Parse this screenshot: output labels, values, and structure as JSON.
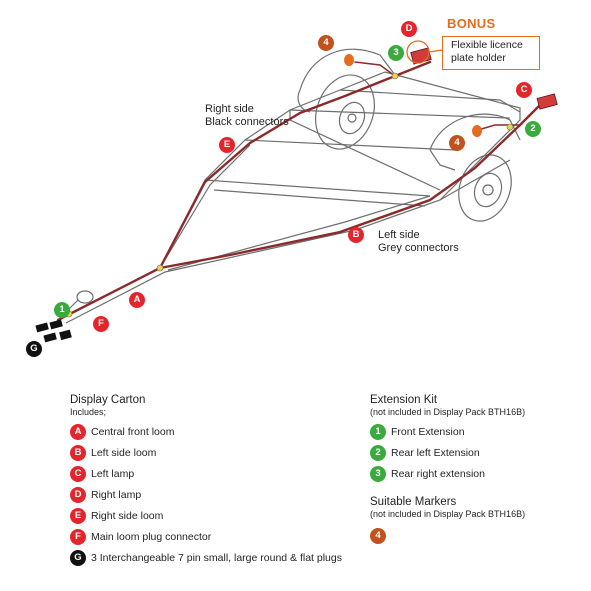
{
  "callouts": {
    "right_side_line1": "Right side",
    "right_side_line2": "Black connectors",
    "left_side_line1": "Left side",
    "left_side_line2": "Grey connectors",
    "bonus_title": "BONUS",
    "bonus_line1": "Flexible licence",
    "bonus_line2": "plate holder"
  },
  "diagram_badges": {
    "D": "D",
    "C": "C",
    "E": "E",
    "B": "B",
    "A": "A",
    "F": "F",
    "G": "G",
    "one": "1",
    "two": "2",
    "three": "3",
    "four_top": "4",
    "four_rear": "4"
  },
  "display_carton": {
    "title": "Display Carton",
    "subtitle": "Includes;",
    "items": [
      {
        "badge": "A",
        "text": "Central front loom"
      },
      {
        "badge": "B",
        "text": "Left side loom"
      },
      {
        "badge": "C",
        "text": "Left lamp"
      },
      {
        "badge": "D",
        "text": "Right lamp"
      },
      {
        "badge": "E",
        "text": "Right side loom"
      },
      {
        "badge": "F",
        "text": "Main loom plug connector"
      },
      {
        "badge": "G",
        "text": "3 Interchangeable 7 pin small, large round & flat plugs"
      }
    ]
  },
  "extension_kit": {
    "title": "Extension Kit",
    "subtitle": "(not included in Display Pack BTH16B)",
    "items": [
      {
        "badge": "1",
        "text": "Front Extension"
      },
      {
        "badge": "2",
        "text": "Rear left Extension"
      },
      {
        "badge": "3",
        "text": "Rear right extension"
      }
    ]
  },
  "suitable_markers": {
    "title": "Suitable Markers",
    "subtitle": "(not included in Display Pack BTH16B)",
    "items": [
      {
        "badge": "4",
        "text": ""
      }
    ]
  },
  "colors": {
    "red_badge": "#e4252b",
    "green_badge": "#3aaa3f",
    "brown_badge": "#c1521e",
    "black_badge": "#111111",
    "bonus_orange": "#e36c1f",
    "loom_wire": "#8b2a2a",
    "frame_line": "#6d6e71"
  }
}
